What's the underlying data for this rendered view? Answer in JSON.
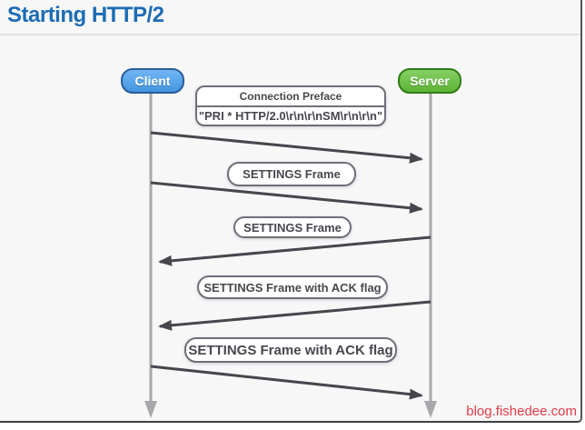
{
  "page": {
    "title": "Starting HTTP/2",
    "watermark": "blog.fishedee.com"
  },
  "colors": {
    "title": "#1d6cb4",
    "background": "#f7f7f8",
    "client_fill": "#49a1f1",
    "client_border": "#2a5c99",
    "server_fill": "#64c239",
    "server_border": "#2f7d15",
    "arrow": "#45474c",
    "lifeline": "#a8a8ac",
    "note_border": "#6d7077",
    "note_text": "#46484e",
    "watermark": "#e23c46"
  },
  "diagram": {
    "type": "sequence",
    "actors": [
      {
        "id": "client",
        "label": "Client"
      },
      {
        "id": "server",
        "label": "Server"
      }
    ],
    "steps": [
      {
        "from": "client",
        "to": "server",
        "note_title": "Connection Preface",
        "note_detail": "\"PRI * HTTP/2.0\\r\\n\\r\\nSM\\r\\n\\r\\n\""
      },
      {
        "from": "client",
        "to": "server",
        "label": "SETTINGS Frame"
      },
      {
        "from": "server",
        "to": "client",
        "label": "SETTINGS Frame"
      },
      {
        "from": "server",
        "to": "client",
        "label": "SETTINGS Frame with ACK flag"
      },
      {
        "from": "client",
        "to": "server",
        "label": "SETTINGS Frame with ACK flag"
      }
    ]
  }
}
